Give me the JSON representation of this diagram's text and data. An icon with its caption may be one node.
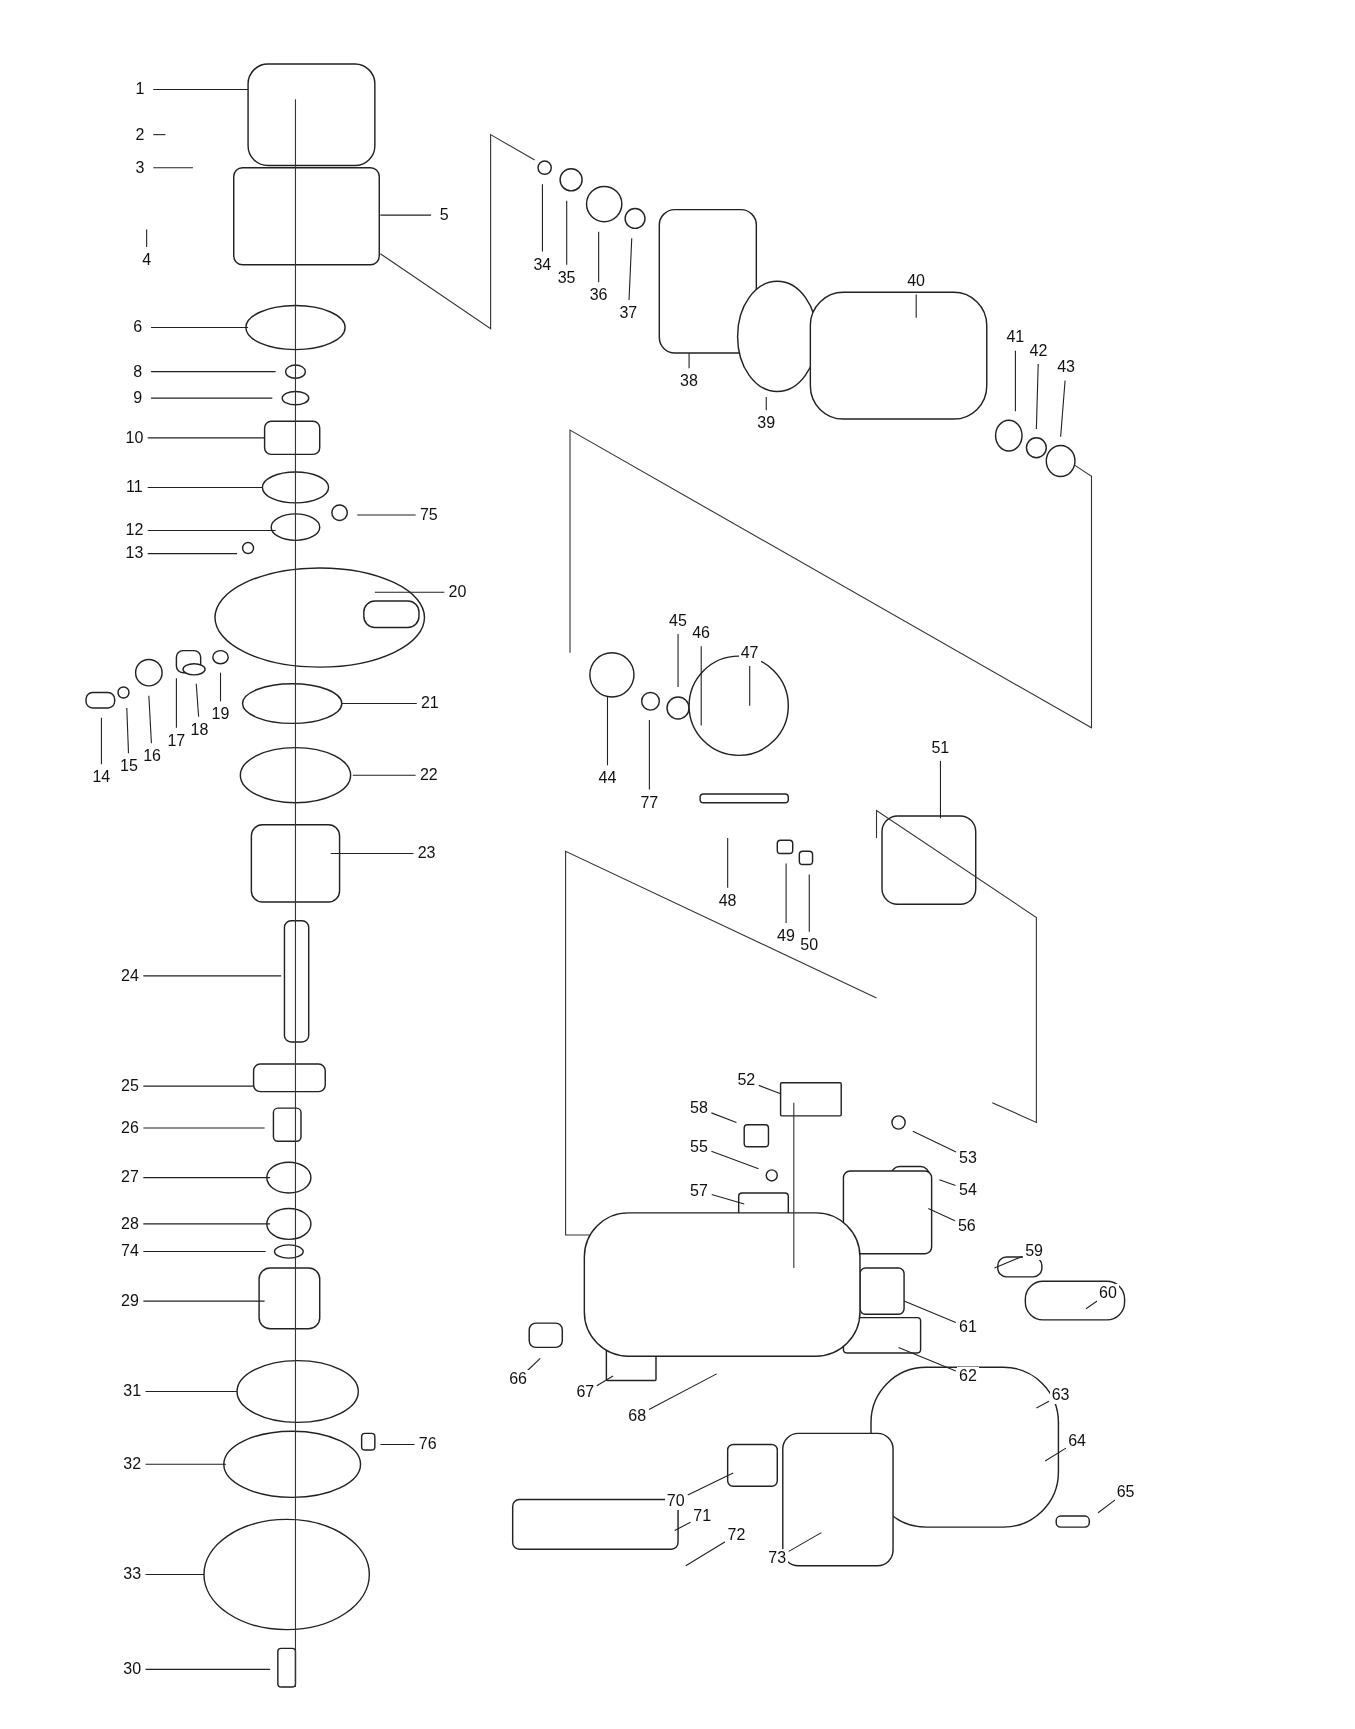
{
  "diagram": {
    "nodes": [
      {
        "text": [
          "1"
        ]
      },
      {
        "text": [
          "2"
        ]
      },
      {
        "text": [
          "3"
        ]
      },
      {
        "text": [
          "4"
        ]
      },
      {
        "text": [
          "5"
        ]
      },
      {
        "text": [
          "6"
        ]
      },
      {
        "text": [
          "8"
        ]
      },
      {
        "text": [
          "9"
        ]
      },
      {
        "text": [
          "10"
        ]
      },
      {
        "text": [
          "11"
        ]
      },
      {
        "text": [
          "12"
        ]
      },
      {
        "text": [
          "13"
        ]
      },
      {
        "text": [
          "75"
        ]
      },
      {
        "text": [
          "20"
        ]
      },
      {
        "text": [
          "14"
        ]
      },
      {
        "text": [
          "15"
        ]
      },
      {
        "text": [
          "16"
        ]
      },
      {
        "text": [
          "17"
        ]
      },
      {
        "text": [
          "18"
        ]
      },
      {
        "text": [
          "19"
        ]
      },
      {
        "text": [
          "21"
        ]
      },
      {
        "text": [
          "22"
        ]
      },
      {
        "text": [
          "23"
        ]
      },
      {
        "text": [
          "24"
        ]
      },
      {
        "text": [
          "25"
        ]
      },
      {
        "text": [
          "26"
        ]
      },
      {
        "text": [
          "27"
        ]
      },
      {
        "text": [
          "28"
        ]
      },
      {
        "text": [
          "74"
        ]
      },
      {
        "text": [
          "29"
        ]
      },
      {
        "text": [
          "31"
        ]
      },
      {
        "text": [
          "32"
        ]
      },
      {
        "text": [
          "76"
        ]
      },
      {
        "text": [
          "33"
        ]
      },
      {
        "text": [
          "30"
        ]
      },
      {
        "text": [
          "34"
        ]
      },
      {
        "text": [
          "35"
        ]
      },
      {
        "text": [
          "36"
        ]
      },
      {
        "text": [
          "37"
        ]
      },
      {
        "text": [
          "38"
        ]
      },
      {
        "text": [
          "39"
        ]
      },
      {
        "text": [
          "40"
        ]
      },
      {
        "text": [
          "41"
        ]
      },
      {
        "text": [
          "42"
        ]
      },
      {
        "text": [
          "43"
        ]
      },
      {
        "text": [
          "44"
        ]
      },
      {
        "text": [
          "77"
        ]
      },
      {
        "text": [
          "45"
        ]
      },
      {
        "text": [
          "46"
        ]
      },
      {
        "text": [
          "47"
        ]
      },
      {
        "text": [
          "48"
        ]
      },
      {
        "text": [
          "49"
        ]
      },
      {
        "text": [
          "50"
        ]
      },
      {
        "text": [
          "51"
        ]
      },
      {
        "text": [
          "52"
        ]
      },
      {
        "text": [
          "58"
        ]
      },
      {
        "text": [
          "55"
        ]
      },
      {
        "text": [
          "57"
        ]
      },
      {
        "text": [
          "53"
        ]
      },
      {
        "text": [
          "54"
        ]
      },
      {
        "text": [
          "56"
        ]
      },
      {
        "text": [
          "59"
        ]
      },
      {
        "text": [
          "60"
        ]
      },
      {
        "text": [
          "61"
        ]
      },
      {
        "text": [
          "62"
        ]
      },
      {
        "text": [
          "63"
        ]
      },
      {
        "text": [
          "64"
        ]
      },
      {
        "text": [
          "65"
        ]
      },
      {
        "text": [
          "66"
        ]
      },
      {
        "text": [
          "67"
        ]
      },
      {
        "text": [
          "68"
        ]
      },
      {
        "text": [
          "70"
        ]
      },
      {
        "text": [
          "71"
        ]
      },
      {
        "text": [
          "72"
        ]
      },
      {
        "text": [
          "73"
        ]
      }
    ],
    "edges": [
      {
        "from": 0,
        "to": null,
        "arrow": "none"
      },
      {
        "from": 1,
        "to": null,
        "arrow": "none"
      },
      {
        "from": 2,
        "to": null,
        "arrow": "none"
      },
      {
        "from": 3,
        "to": null,
        "arrow": "none"
      },
      {
        "from": 4,
        "to": null,
        "arrow": "none"
      },
      {
        "from": 5,
        "to": null,
        "arrow": "none"
      },
      {
        "from": 6,
        "to": null,
        "arrow": "none"
      },
      {
        "from": 7,
        "to": null,
        "arrow": "none"
      },
      {
        "from": 8,
        "to": null,
        "arrow": "none"
      },
      {
        "from": 9,
        "to": null,
        "arrow": "none"
      },
      {
        "from": 10,
        "to": null,
        "arrow": "none"
      },
      {
        "from": 11,
        "to": null,
        "arrow": "none"
      },
      {
        "from": 12,
        "to": null,
        "arrow": "none"
      },
      {
        "from": 13,
        "to": null,
        "arrow": "none"
      },
      {
        "from": 14,
        "to": null,
        "arrow": "none"
      },
      {
        "from": 15,
        "to": null,
        "arrow": "none"
      },
      {
        "from": 16,
        "to": null,
        "arrow": "none"
      },
      {
        "from": 17,
        "to": null,
        "arrow": "none"
      },
      {
        "from": 18,
        "to": null,
        "arrow": "none"
      },
      {
        "from": 19,
        "to": null,
        "arrow": "none"
      },
      {
        "from": 20,
        "to": null,
        "arrow": "none"
      },
      {
        "from": 21,
        "to": null,
        "arrow": "none"
      },
      {
        "from": 22,
        "to": null,
        "arrow": "none"
      },
      {
        "from": 23,
        "to": null,
        "arrow": "none"
      },
      {
        "from": 24,
        "to": null,
        "arrow": "none"
      },
      {
        "from": 25,
        "to": null,
        "arrow": "none"
      },
      {
        "from": 26,
        "to": null,
        "arrow": "none"
      },
      {
        "from": 27,
        "to": null,
        "arrow": "none"
      },
      {
        "from": 28,
        "to": null,
        "arrow": "none"
      },
      {
        "from": 29,
        "to": null,
        "arrow": "none"
      },
      {
        "from": 30,
        "to": null,
        "arrow": "none"
      },
      {
        "from": 31,
        "to": null,
        "arrow": "none"
      },
      {
        "from": 32,
        "to": null,
        "arrow": "none"
      },
      {
        "from": 33,
        "to": null,
        "arrow": "none"
      },
      {
        "from": 34,
        "to": null,
        "arrow": "none"
      },
      {
        "from": 35,
        "to": null,
        "arrow": "none"
      },
      {
        "from": 36,
        "to": null,
        "arrow": "none"
      },
      {
        "from": 37,
        "to": null,
        "arrow": "none"
      },
      {
        "from": 38,
        "to": null,
        "arrow": "none"
      },
      {
        "from": 39,
        "to": null,
        "arrow": "none"
      },
      {
        "from": 40,
        "to": null,
        "arrow": "none"
      },
      {
        "from": 41,
        "to": null,
        "arrow": "none"
      },
      {
        "from": 42,
        "to": null,
        "arrow": "none"
      },
      {
        "from": 43,
        "to": null,
        "arrow": "none"
      },
      {
        "from": 44,
        "to": null,
        "arrow": "none"
      },
      {
        "from": 45,
        "to": null,
        "arrow": "none"
      },
      {
        "from": 46,
        "to": null,
        "arrow": "none"
      },
      {
        "from": 47,
        "to": null,
        "arrow": "none"
      },
      {
        "from": 48,
        "to": null,
        "arrow": "none"
      },
      {
        "from": 49,
        "to": null,
        "arrow": "none"
      },
      {
        "from": 50,
        "to": null,
        "arrow": "none"
      },
      {
        "from": 51,
        "to": null,
        "arrow": "none"
      },
      {
        "from": 52,
        "to": null,
        "arrow": "none"
      },
      {
        "from": 53,
        "to": null,
        "arrow": "none"
      },
      {
        "from": 54,
        "to": null,
        "arrow": "none"
      },
      {
        "from": 55,
        "to": null,
        "arrow": "none"
      },
      {
        "from": 56,
        "to": null,
        "arrow": "none"
      },
      {
        "from": 57,
        "to": null,
        "arrow": "none"
      },
      {
        "from": 58,
        "to": null,
        "arrow": "none"
      },
      {
        "from": 59,
        "to": null,
        "arrow": "none"
      },
      {
        "from": 60,
        "to": null,
        "arrow": "none"
      },
      {
        "from": 61,
        "to": null,
        "arrow": "none"
      },
      {
        "from": 62,
        "to": null,
        "arrow": "none"
      },
      {
        "from": 63,
        "to": null,
        "arrow": "none"
      },
      {
        "from": 64,
        "to": null,
        "arrow": "none"
      },
      {
        "from": 65,
        "to": null,
        "arrow": "none"
      },
      {
        "from": 66,
        "to": null,
        "arrow": "none"
      },
      {
        "from": 67,
        "to": null,
        "arrow": "none"
      },
      {
        "from": 68,
        "to": null,
        "arrow": "none"
      },
      {
        "from": 69,
        "to": null,
        "arrow": "none"
      },
      {
        "from": 70,
        "to": null,
        "arrow": "none"
      },
      {
        "from": 71,
        "to": null,
        "arrow": "none"
      },
      {
        "from": 72,
        "to": null,
        "arrow": "none"
      },
      {
        "from": 73,
        "to": null,
        "arrow": "none"
      },
      {
        "from": 74,
        "to": null,
        "arrow": "none"
      }
    ]
  }
}
